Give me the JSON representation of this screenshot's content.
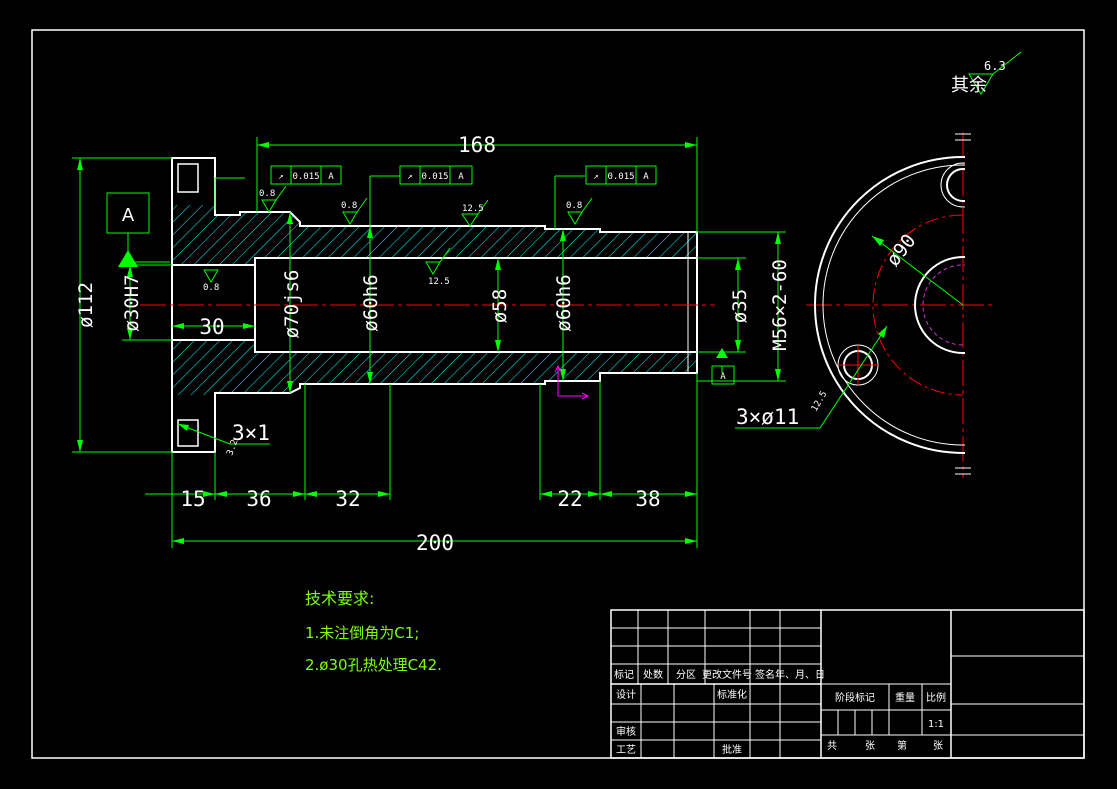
{
  "surface_note": {
    "prefix": "其余",
    "value": "6.3"
  },
  "datum_label": "A",
  "tolerance_frames": [
    {
      "symbol": "↗",
      "value": "0.015",
      "datum": "A"
    },
    {
      "symbol": "↗",
      "value": "0.015",
      "datum": "A"
    },
    {
      "symbol": "↗",
      "value": "0.015",
      "datum": "A"
    }
  ],
  "roughness": {
    "r1": "0.8",
    "r2": "0.8",
    "r3": "12.5",
    "r4": "0.8",
    "r5": "0.8",
    "r6": "12.5",
    "r7": "3.2",
    "r8": "12.5"
  },
  "dims": {
    "total_upper": "168",
    "total_lower": "200",
    "d112": "ø112",
    "d30h7": "ø30H7",
    "depth30": "30",
    "d70js6": "ø70js6",
    "d60h6_a": "ø60h6",
    "d58": "ø58",
    "d60h6_b": "ø60h6",
    "d35": "ø35",
    "thread": "M56×2-60",
    "chamfer": "3×1",
    "l15": "15",
    "l36": "36",
    "l32": "32",
    "l22": "22",
    "l38": "38",
    "d90": "ø90",
    "holes": "3×ø11",
    "datum_bottom": "A"
  },
  "notes": {
    "title": "技术要求:",
    "line1": "1.未注倒角为C1;",
    "line2": "2.ø30孔热处理C42."
  },
  "title_block": {
    "h1": "标记",
    "h2": "处数",
    "h3": "分区",
    "h4": "更改文件号",
    "h5": "签名",
    "h6": "年、月、日",
    "design": "设计",
    "standard": "标准化",
    "review": "审核",
    "process": "工艺",
    "approve": "批准",
    "stage": "阶段标记",
    "weight": "重量",
    "scale_label": "比例",
    "scale": "1:1",
    "total": "共",
    "sheets1": "张",
    "index": "第",
    "sheets2": "张"
  },
  "colors": {
    "outline": "#ffffff",
    "dimension": "#00ff00",
    "centerline": "#ff0000",
    "hatch": "#00ffff",
    "note": "#7fff00",
    "hidden": "#cc33cc"
  }
}
